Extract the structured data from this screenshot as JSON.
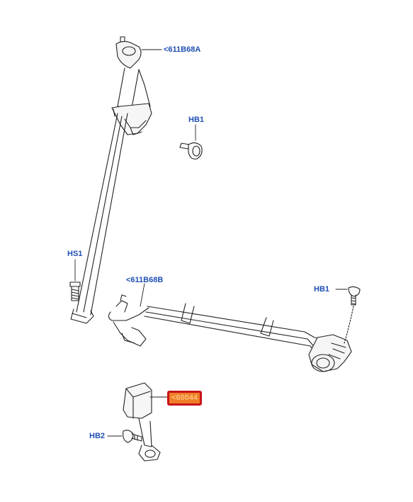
{
  "callouts": {
    "upper_anchor": "<611B68A",
    "upper_bolt": "HB1",
    "lower_bolt_left": "HS1",
    "lower_assembly": "<611B68B",
    "right_bolt": "HB1",
    "buckle": "<60044",
    "buckle_bolt": "HB2"
  },
  "colors": {
    "callout_text": "#1f4fb4",
    "highlight_fill": "#f07d27",
    "highlight_border": "#c8141a",
    "line_art": "#222222"
  }
}
